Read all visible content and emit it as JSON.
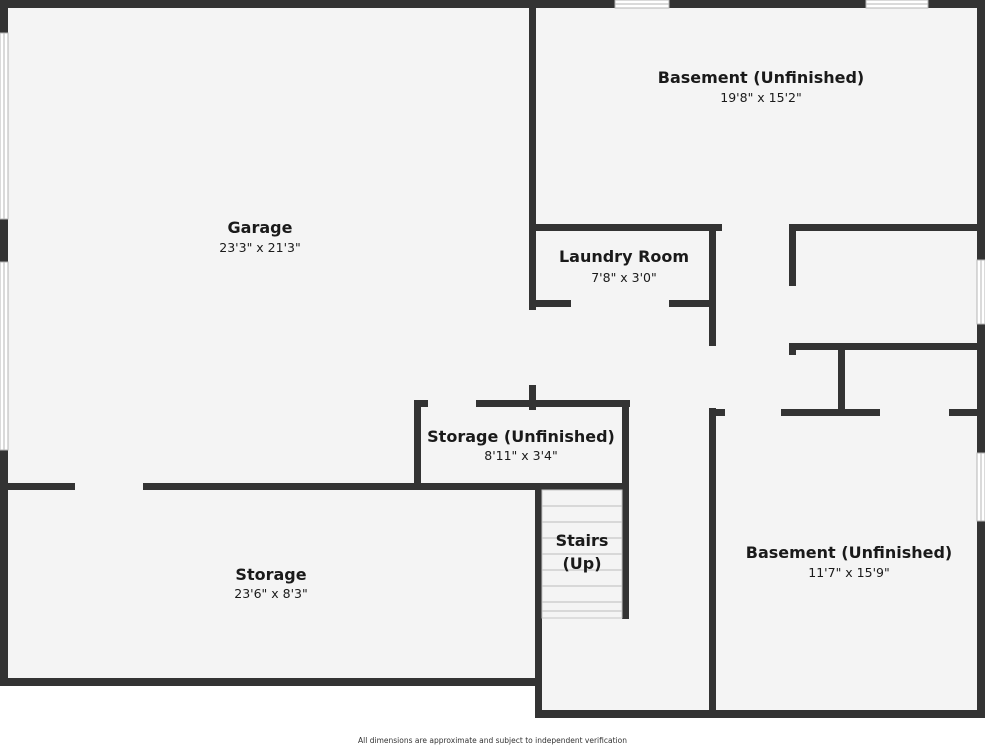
{
  "rooms": {
    "garage": {
      "name": "Garage",
      "dims": "23'3\" x 21'3\""
    },
    "basement_top": {
      "name": "Basement (Unfinished)",
      "dims": "19'8\" x 15'2\""
    },
    "laundry": {
      "name": "Laundry Room",
      "dims": "7'8\" x 3'0\""
    },
    "storage_unfinished": {
      "name": "Storage (Unfinished)",
      "dims": "8'11\" x 3'4\""
    },
    "stairs": {
      "name_line1": "Stairs",
      "name_line2": "(Up)"
    },
    "storage": {
      "name": "Storage",
      "dims": "23'6\" x 8'3\""
    },
    "basement_bottom": {
      "name": "Basement (Unfinished)",
      "dims": "11'7\" x 15'9\""
    }
  },
  "footnote": "All dimensions are approximate and subject to independent verification",
  "colors": {
    "wall": "#333333",
    "floor": "#f4f4f4",
    "window": "#ffffff",
    "text": "#1a1a1a"
  }
}
